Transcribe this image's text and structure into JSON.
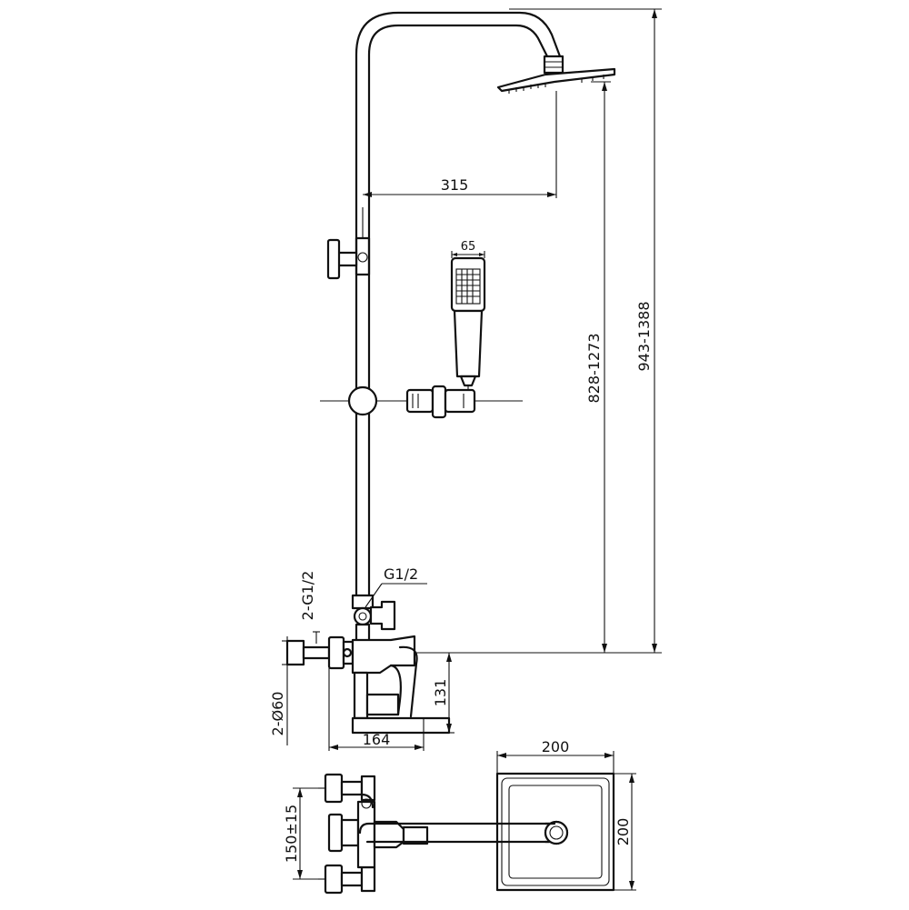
{
  "dimensions": {
    "arm_length": "315",
    "handshower_width": "65",
    "head_height": "828-1273",
    "total_height": "943-1388",
    "inlet_thread": "G1/2",
    "outlet_thread": "2-G1/2",
    "escutcheon": "2-Ø60",
    "mixer_height": "131",
    "mixer_depth": "164",
    "head_width": "200",
    "head_depth": "200",
    "inlet_spacing": "150±15"
  },
  "colors": {
    "line": "#111111",
    "background": "#ffffff"
  }
}
